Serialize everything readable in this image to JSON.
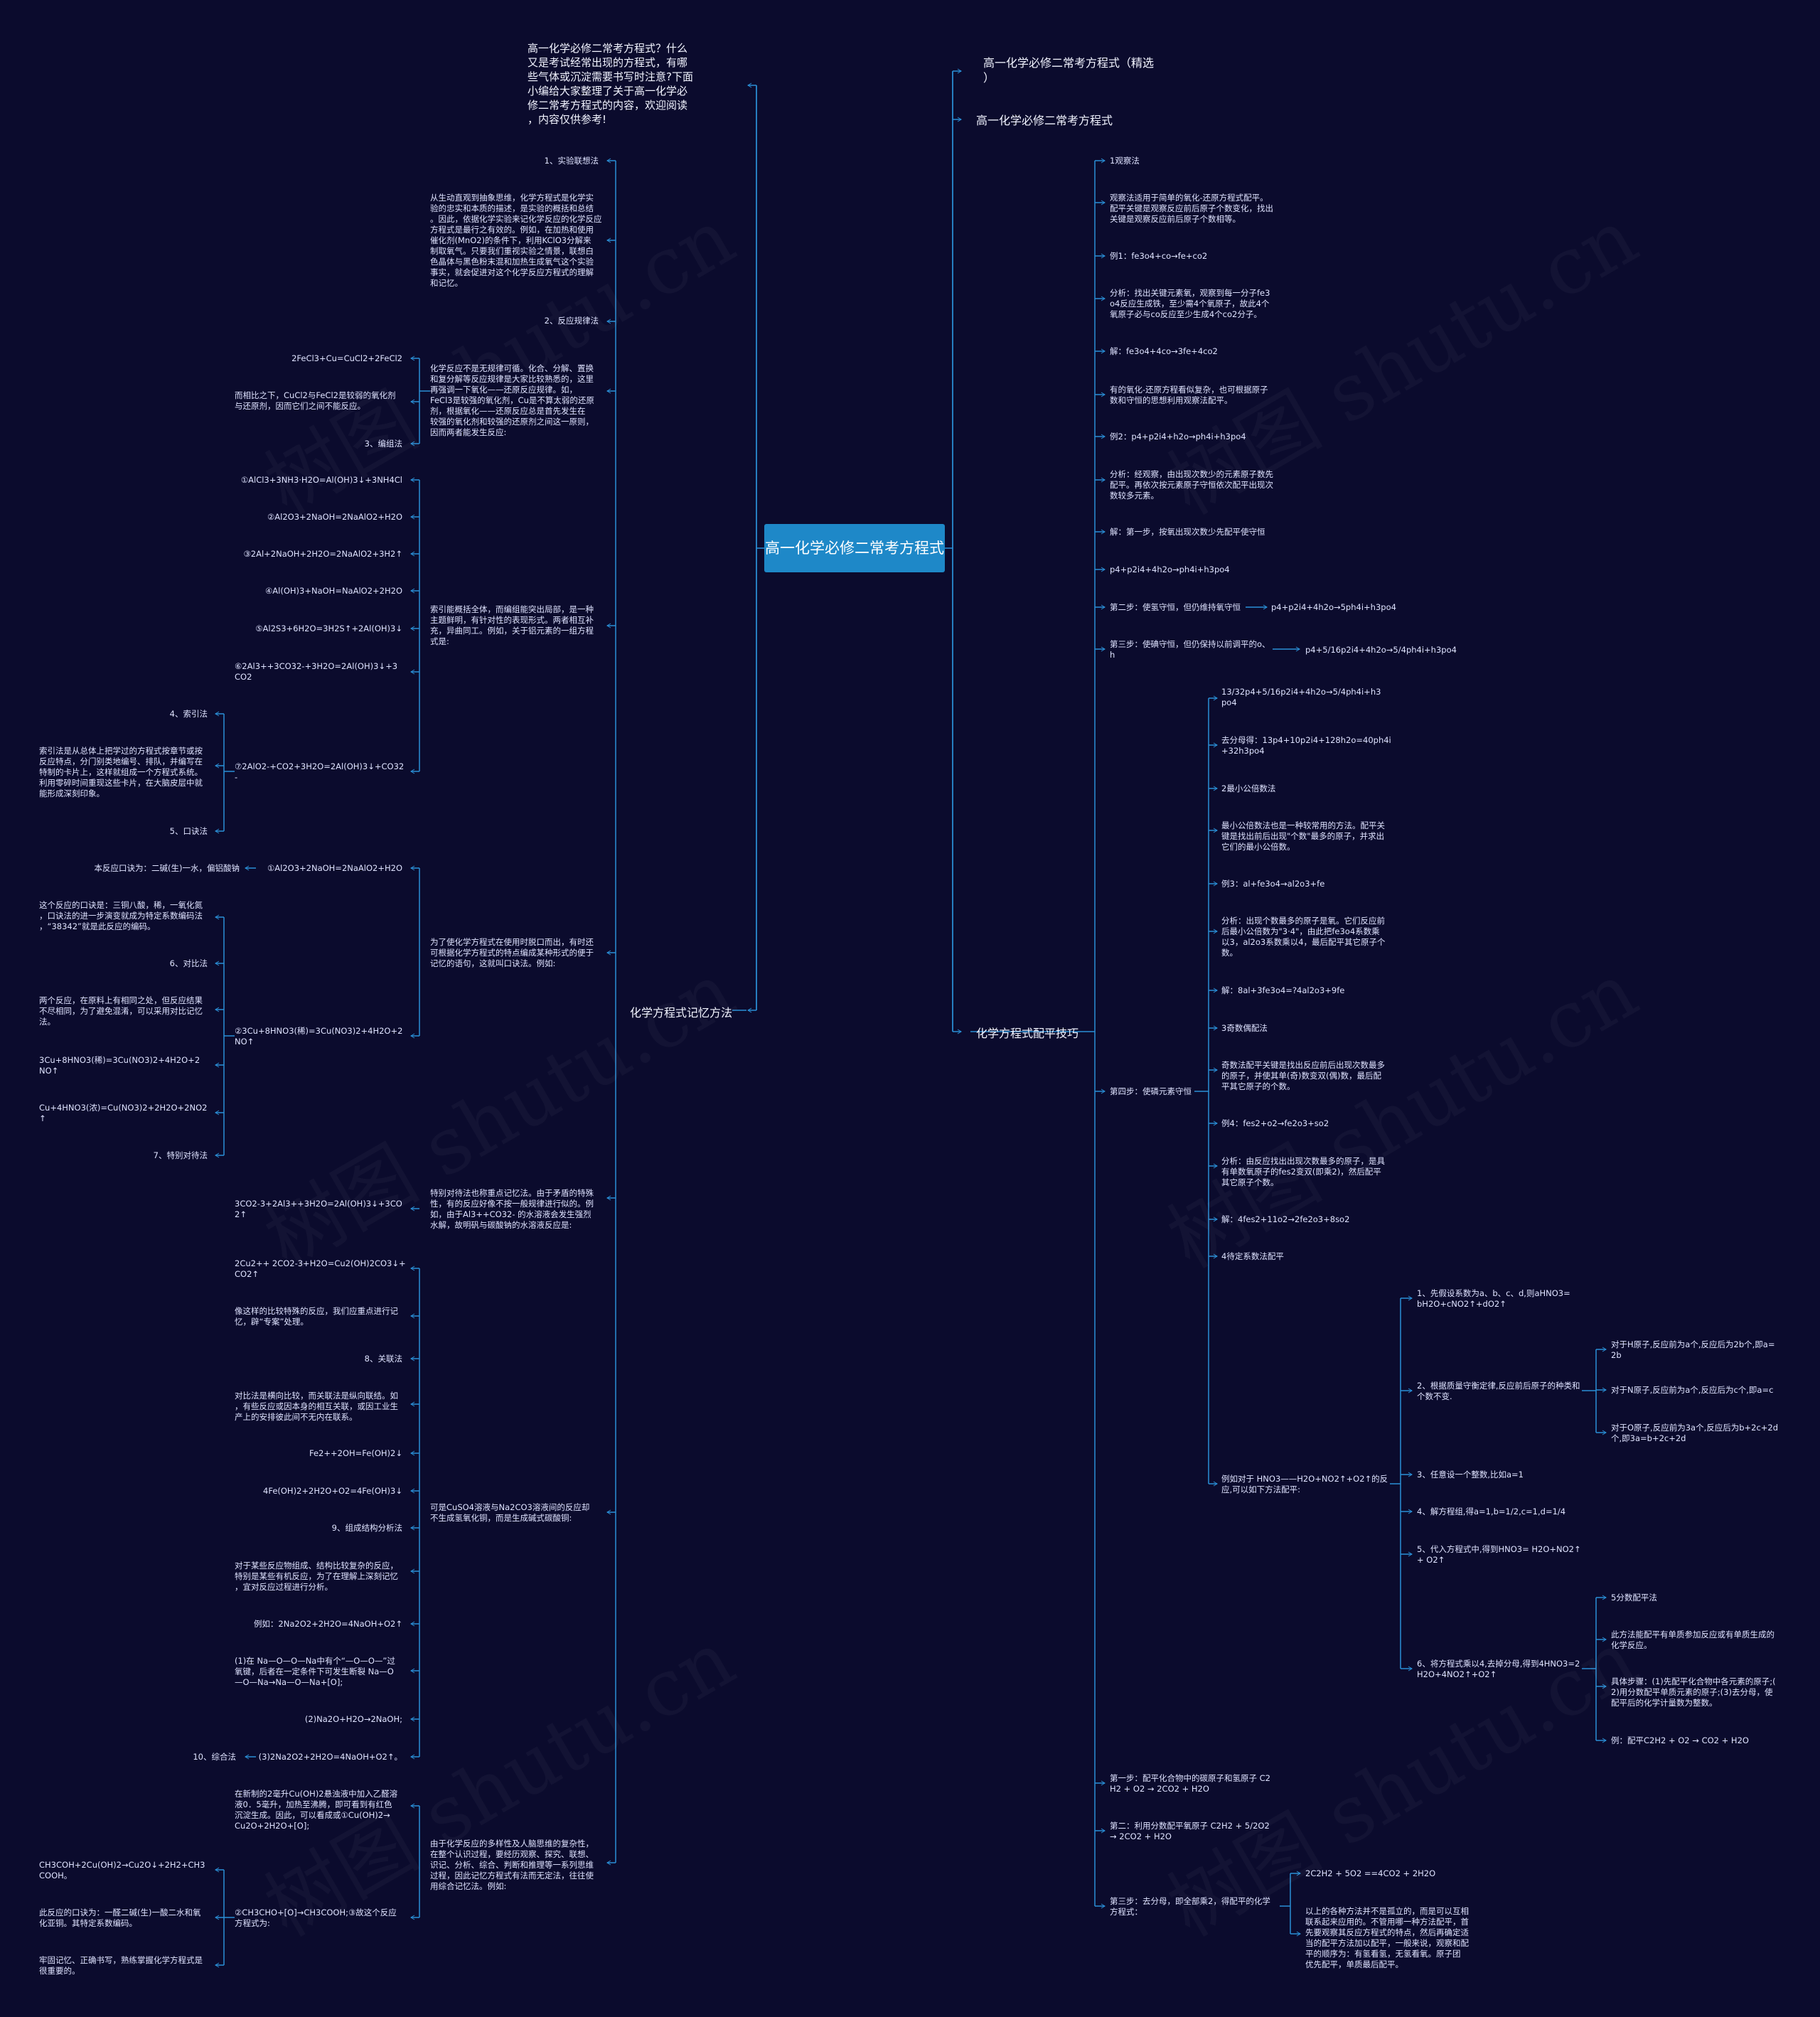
{
  "watermark": "树图 shutu.cn",
  "root": "高一化学必修二常考方程式",
  "right": {
    "b1": "高一化学必修二常考方程式（精选\n）",
    "b2": "高一化学必修二常考方程式",
    "b3": "化学方程式配平技巧",
    "t1": "1观察法",
    "t2": "观察法适用于简单的氧化-还原方程式配平。\n配平关键是观察反应前后原子个数变化，找出\n关键是观察反应前后原子个数相等。",
    "t3": "例1：fe3o4+co→fe+co2",
    "t4": "分析：找出关键元素氧，观察到每一分子fe3\no4反应生成铁，至少需4个氧原子，故此4个\n氧原子必与co反应至少生成4个co2分子。",
    "t5": "解：fe3o4+4co→3fe+4co2",
    "t6": "有的氧化-还原方程看似复杂，也可根据原子\n数和守恒的思想利用观察法配平。",
    "t7": "例2：p4+p2i4+h2o→ph4i+h3po4",
    "t8": "分析：经观察，由出现次数少的元素原子数先\n配平。再依次按元素原子守恒依次配平出现次\n数较多元素。",
    "t9": "解：第一步，按氧出现次数少先配平使守恒",
    "t10": "p4+p2i4+4h2o→ph4i+h3po4",
    "t11": "第二步：使氢守恒，但仍维持氧守恒",
    "t11b": "p4+p2i4+4h2o→5ph4i+h3po4",
    "t12": "第三步：使碘守恒，但仍保持以前调平的o、\nh",
    "t12b": "p4+5/16p2i4+4h2o→5/4ph4i+h3po4",
    "step4": "第四步：使磷元素守恒",
    "s1": "13/32p4+5/16p2i4+4h2o→5/4ph4i+h3\npo4",
    "s2": "去分母得：13p4+10p2i4+128h2o=40ph4i\n+32h3po4",
    "s3": "2最小公倍数法",
    "s4": "最小公倍数法也是一种较常用的方法。配平关\n键是找出前后出现\"个数\"最多的原子，并求出\n它们的最小公倍数。",
    "s5": "例3：al+fe3o4→al2o3+fe",
    "s6": "分析：出现个数最多的原子是氧。它们反应前\n后最小公倍数为\"3·4\"，由此把fe3o4系数乘\n以3，al2o3系数乘以4，最后配平其它原子个\n数。",
    "s7": "解：8al+3fe3o4=?4al2o3+9fe",
    "s8": "3奇数偶配法",
    "s9": "奇数法配平关键是找出反应前后出现次数最多\n的原子，并使其单(奇)数变双(偶)数，最后配\n平其它原子的个数。",
    "s10": "例4：fes2+o2→fe2o3+so2",
    "s11": "分析：由反应找出出现次数最多的原子，是具\n有单数氧原子的fes2变双(即乘2)，然后配平\n其它原子个数。",
    "s12": "解：4fes2+11o2→2fe2o3+8so2",
    "s13": "4待定系数法配平",
    "s14": "例如对于 HNO3——H2O+NO2↑+O2↑的反\n应,可以如下方法配平:",
    "k1": "1、先假设系数为a、b、c、d,则aHNO3=\nbH2O+cNO2↑+dO2↑",
    "k2": "2、根据质量守衡定律,反应前后原子的种类和\n个数不变.",
    "k2a": "对于H原子,反应前为a个,反应后为2b个,即a=\n2b",
    "k2b": "对于N原子,反应前为a个,反应后为c个,即a=c",
    "k2c": "对于O原子,反应前为3a个,反应后为b+2c+2d\n个,即3a=b+2c+2d",
    "k3": "3、任意设一个整数,比如a=1",
    "k4": "4、解方程组,得a=1,b=1/2,c=1,d=1/4",
    "k5": "5、代入方程式中,得到HNO3= H2O+NO2↑\n+ O2↑",
    "k6": "6、将方程式乘以4,去掉分母,得到4HNO3=2\nH2O+4NO2↑+O2↑",
    "f1": "5分数配平法",
    "f2": "此方法能配平有单质参加反应或有单质生成的\n化学反应。",
    "f3": "具体步骤：(1)先配平化合物中各元素的原子;(\n2)用分数配平单质元素的原子;(3)去分母，使\n配平后的化学计量数为整数。",
    "f4": "例：配平C2H2 + O2 → CO2 + H2O",
    "u1": "第一步：配平化合物中的碳原子和氢原子 C2\nH2 + O2 → 2CO2 + H2O",
    "u2": "第二：利用分数配平氧原子 C2H2 + 5/2O2\n→ 2CO2 + H2O",
    "u3": "第三步：去分母，即全部乘2，得配平的化学\n方程式：",
    "u3a": "2C2H2 + 5O2 ==4CO2 + 2H2O",
    "u3b": "以上的各种方法并不是孤立的，而是可以互相\n联系起来应用的。不管用哪一种方法配平，首\n先要观察其反应方程式的特点，然后再确定适\n当的配平方法加以配平，一般来说，观察和配\n平的顺序为：有氢看氢，无氢看氧。原子团\n优先配平，单质最后配平。"
  },
  "left": {
    "intro": "高一化学必修二常考方程式？什么\n又是考试经常出现的方程式，有哪\n些气体或沉淀需要书写时注意?下面\n小编给大家整理了关于高一化学必\n修二常考方程式的内容，欢迎阅读\n，内容仅供参考!",
    "main": "化学方程式记忆方法",
    "m1": "1、实验联想法",
    "m1d": "从生动直观到抽象思维，化学方程式是化学实\n验的忠实和本质的描述，是实验的概括和总结\n。因此，依据化学实验来记化学反应的化学反应\n方程式是最行之有效的。例如，在加热和使用\n催化剂(MnO2)的条件下，利用KClO3分解来\n制取氧气。只要我们重视实验之情景，联想白\n色晶体与黑色粉末混和加热生成氧气这个实验\n事实，就会促进对这个化学反应方程式的理解\n和记忆。",
    "m2": "2、反应规律法",
    "m2d": "化学反应不是无规律可循。化合、分解、置换\n和复分解等反应规律是大家比较熟悉的，这里\n再强调一下氧化——还原反应规律。如，\nFeCl3是较强的氧化剂，Cu是不算太弱的还原\n剂，根据氧化——还原反应总是首先发生在\n较强的氧化剂和较强的还原剂之间这一原则，\n因而两者能发生反应:",
    "m2a": "2FeCl3+Cu=CuCl2+2FeCl2",
    "m2b": "而相比之下，CuCl2与FeCl2是较弱的氧化剂\n与还原剂，因而它们之间不能反应。",
    "m3": "3、编组法",
    "m3d": "索引能概括全体，而编组能突出局部，是一种\n主题鲜明，有针对性的表现形式。两者相互补\n充，异曲同工。例如，关于铝元素的一组方程\n式是:",
    "a1": "①AlCl3+3NH3·H2O=Al(OH)3↓+3NH4Cl",
    "a2": "②Al2O3+2NaOH=2NaAlO2+H2O",
    "a3": "③2Al+2NaOH+2H2O=2NaAlO2+3H2↑",
    "a4": "④Al(OH)3+NaOH=NaAlO2+2H2O",
    "a5": "⑤Al2S3+6H2O=3H2S↑+2Al(OH)3↓",
    "a6": "⑥2Al3++3CO32-+3H2O=2Al(OH)3↓+3\nCO2",
    "a7": "⑦2AlO2-+CO2+3H2O=2Al(OH)3↓+CO32\n-",
    "m4": "4、索引法",
    "m4d": "索引法是从总体上把学过的方程式按章节或按\n反应特点，分门别类地编号、排队，并编写在\n特制的卡片上，这样就组成一个方程式系统。\n利用零碎时间重现这些卡片，在大脑皮层中就\n能形成深刻印象。",
    "m5": "5、口诀法",
    "m5d": "为了使化学方程式在使用时脱口而出，有时还\n可根据化学方程式的特点编成某种形式的便于\n记忆的语句，这就叫口诀法。例如:",
    "m5a": "①Al2O3+2NaOH=2NaAlO2+H2O",
    "m5aa": "本反应口诀为：二碱(生)一水，偏铝酸钠",
    "m5b": "②3Cu+8HNO3(稀)=3Cu(NO3)2+4H2O+2\nNO↑",
    "m5ba": "这个反应的口诀是：三铜八酸，稀，一氧化氮\n，口诀法的进一步演变就成为特定系数编码法\n，“38342”就是此反应的编码。",
    "m6": "6、对比法",
    "m6d": "两个反应，在原料上有相同之处，但反应结果\n不尽相同，为了避免混淆，可以采用对比记忆\n法。",
    "m6a": "3Cu+8HNO3(稀)=3Cu(NO3)2+4H2O+2\nNO↑",
    "m6b": "Cu+4HNO3(浓)=Cu(NO3)2+2H2O+2NO2\n↑",
    "m7": "7、特别对待法",
    "m7d": "特别对待法也称重点记忆法。由于矛盾的特殊\n性，有的反应好像不按一般规律进行似的。例\n如，由于Al3++CO32- 的水溶液会发生强烈\n水解，故明矾与碳酸钠的水溶液反应是:",
    "m7a": "3CO2-3+2Al3++3H2O=2Al(OH)3↓+3CO\n2↑",
    "m8d": "可是CuSO4溶液与Na2CO3溶液间的反应却\n不生成氢氧化铜，而是生成碱式碳酸铜:",
    "m8a": "2Cu2++ 2CO2-3+H2O=Cu2(OH)2CO3↓+\nCO2↑",
    "m8b": "像这样的比较特殊的反应，我们应重点进行记\n忆，辟“专案”处理。",
    "m8": "8、关联法",
    "m8c": "对比法是横向比较，而关联法是纵向联结。如\n，有些反应或因本身的相互关联，或因工业生\n产上的安排彼此间不无内在联系。",
    "m8e": "Fe2++2OH=Fe(OH)2↓",
    "m8f": "4Fe(OH)2+2H2O+O2=4Fe(OH)3↓",
    "m9": "9、组成结构分析法",
    "m9a": "对于某些反应物组成、结构比较复杂的反应，\n特别是某些有机反应，为了在理解上深刻记忆\n，宜对反应过程进行分析。",
    "m9b": "例如：2Na2O2+2H2O=4NaOH+O2↑",
    "m9c": "(1)在 Na—O—O—Na中有个“—O—O—”过\n氧键，后者在一定条件下可发生断裂 Na—O\n—O—Na→Na—O—Na+[O];",
    "m9e": "(2)Na2O+H2O→2NaOH;",
    "m9f": "(3)2Na2O2+2H2O=4NaOH+O2↑。",
    "m10": "10、综合法",
    "m10d": "由于化学反应的多样性及人脑思维的复杂性，\n在整个认识过程，要经历观察、探究、联想、\n识记、分析、综合、判断和推理等一系列思维\n过程，因此记忆方程式有法而无定法，往往使\n用综合记忆法。例如:",
    "m10a": "在新制的2毫升Cu(OH)2悬浊液中加入乙醛溶\n液0．5毫升，加热至沸腾，即可看到有红色\n沉淀生成。因此，可以看成或①Cu(OH)2→\nCu2O+2H2O+[O];",
    "m10b": "②CH3CHO+[O]→CH3COOH;③故这个反应\n方程式为:",
    "m10c": "CH3COH+2Cu(OH)2→Cu2O↓+2H2+CH3\nCOOH。",
    "m10e": "此反应的口诀为：一醛二碱(生)一酸二水和氧\n化亚铜。其特定系数编码。",
    "m10f": "牢固记忆、正确书写，熟练掌握化学方程式是\n很重要的。"
  }
}
